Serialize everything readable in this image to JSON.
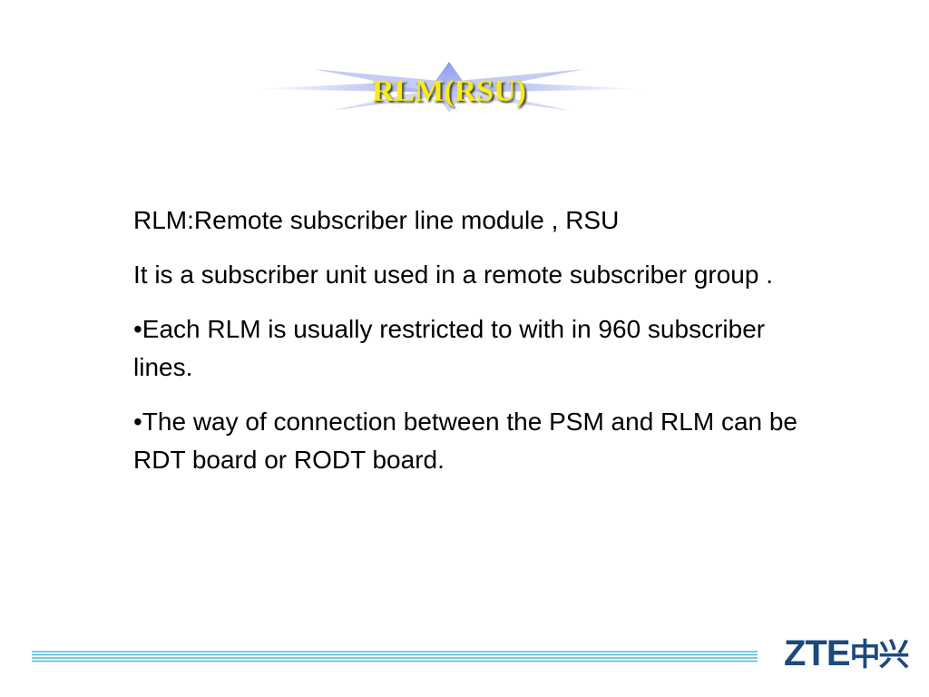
{
  "slide": {
    "title": "RLM(RSU)",
    "paragraphs": [
      "RLM:Remote subscriber line module ,  RSU",
      "It is a subscriber unit used in a remote subscriber group .",
      "•Each RLM is usually restricted to with in 960 subscriber lines.",
      "•The way of connection  between the PSM and RLM can be RDT board  or RODT board."
    ]
  },
  "footer": {
    "logo_latin": "ZTE",
    "logo_cn": "中兴"
  },
  "colors": {
    "title_text": "#f7ec16",
    "star_burst": "#aab4f0",
    "rule_line": "#4fb9d8",
    "logo": "#1c4a7c"
  }
}
